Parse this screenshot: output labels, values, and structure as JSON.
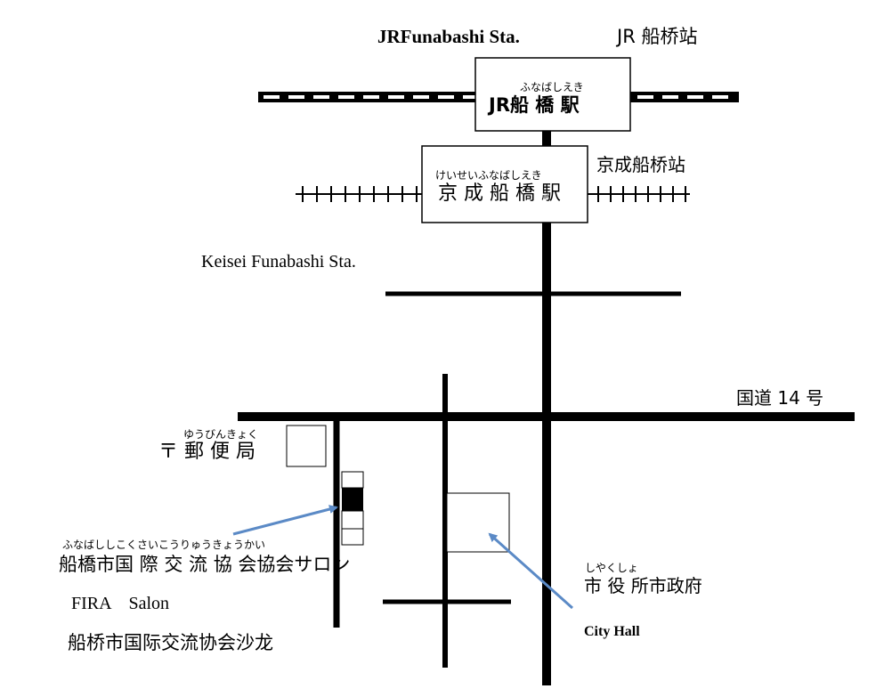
{
  "stations": {
    "jr": {
      "name_en": "JRFunabashi Sta.",
      "name_zh": "JR 船桥站",
      "name_ja": "JR船 橋 駅",
      "ruby": "ふなばしえき"
    },
    "keisei": {
      "name_en": "Keisei Funabashi Sta.",
      "name_zh": "京成船桥站",
      "name_ja": "京 成 船 橋 駅",
      "ruby": "けいせいふなばしえき"
    }
  },
  "roads": {
    "route14": "国道 14 号"
  },
  "post_office": {
    "name_ja": "〒 郵 便 局",
    "ruby": "ゆうびんきょく"
  },
  "salon": {
    "ruby": "ふなばししこくさいこうりゅうきょうかい",
    "name_ja": "船橋市国 際 交 流 協 会協会サロン",
    "name_en": "FIRA　Salon",
    "name_zh": "船桥市国际交流协会沙龙"
  },
  "city_hall": {
    "ruby": "しやくしょ",
    "name_ja": "市 役 所市政府",
    "name_en": "City Hall"
  },
  "colors": {
    "road": "#000000",
    "arrow": "#5b8ac6",
    "rail_dash": "#ffffff",
    "background": "#ffffff"
  },
  "icons": {
    "post_office": "postal-mark-icon",
    "salon_marker": "black-building-marker",
    "jr_rail": "dashed-railway-line",
    "keisei_rail": "tick-railway-line"
  }
}
